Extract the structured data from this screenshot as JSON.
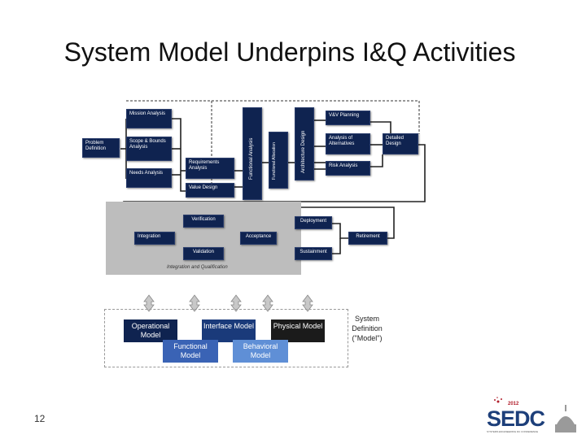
{
  "title": "System Model Underpins I&Q Activities",
  "slide_number": "12",
  "process": {
    "mission_analysis": "Mission Analysis",
    "problem_definition": "Problem Definition",
    "scope_bounds": "Scope & Bounds Analysis",
    "needs_analysis": "Needs Analysis",
    "requirements_analysis": "Requirements Analysis",
    "value_design": "Value Design",
    "functional_analysis": "Functional Analysis",
    "functional_allocation": "Functional Allocation",
    "architecture_design": "Architecture Design",
    "vv_planning": "V&V Planning",
    "analysis_alternatives": "Analysis of Alternatives",
    "detailed_design": "Detailed Design",
    "risk_analysis": "Risk Analysis",
    "verification": "Verification",
    "integration": "Integration",
    "validation": "Validation",
    "acceptance": "Acceptance",
    "deployment": "Deployment",
    "sustainment": "Sustainment",
    "retirement": "Retirement",
    "iq_label": "Integration and Qualification"
  },
  "models": {
    "operational": "Operational Model",
    "interface": "Interface Model",
    "physical": "Physical Model",
    "functional": "Functional Model",
    "behavioral": "Behavioral Model"
  },
  "system_definition": {
    "line1": "System",
    "line2": "Definition",
    "line3": "(\"Model\")"
  },
  "logo": {
    "text": "SEDC",
    "year": "2012",
    "tagline": "SYSTEMS ENGINEERING DC CONFERENCE"
  },
  "colors": {
    "box": "#0f2350",
    "operational": "#0f2350",
    "interface": "#1a3a7a",
    "physical": "#1b1b1b",
    "functional": "#3a63b5",
    "behavioral": "#5f8fd6",
    "iq_background": "#bdbdbd"
  }
}
